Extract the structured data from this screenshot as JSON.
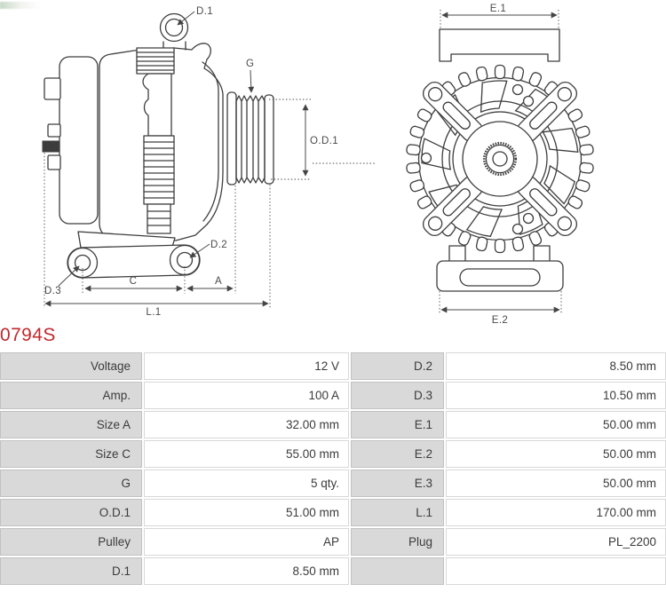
{
  "part_number": "0794S",
  "accent_color": "#c1292e",
  "diagram": {
    "labels": {
      "d1": "D.1",
      "g": "G",
      "od1": "O.D.1",
      "d2": "D.2",
      "d3": "D.3",
      "c": "C",
      "a": "A",
      "l1": "L.1",
      "e1": "E.1",
      "e2": "E.2"
    }
  },
  "specs": {
    "rows": [
      {
        "label": "Voltage",
        "value": "12 V",
        "label2": "D.2",
        "value2": "8.50 mm"
      },
      {
        "label": "Amp.",
        "value": "100 A",
        "label2": "D.3",
        "value2": "10.50 mm"
      },
      {
        "label": "Size A",
        "value": "32.00 mm",
        "label2": "E.1",
        "value2": "50.00 mm"
      },
      {
        "label": "Size C",
        "value": "55.00 mm",
        "label2": "E.2",
        "value2": "50.00 mm"
      },
      {
        "label": "G",
        "value": "5 qty.",
        "label2": "E.3",
        "value2": "50.00 mm"
      },
      {
        "label": "O.D.1",
        "value": "51.00 mm",
        "label2": "L.1",
        "value2": "170.00 mm"
      },
      {
        "label": "Pulley",
        "value": "AP",
        "label2": "Plug",
        "value2": "PL_2200"
      },
      {
        "label": "D.1",
        "value": "8.50 mm",
        "label2": "",
        "value2": ""
      }
    ]
  }
}
